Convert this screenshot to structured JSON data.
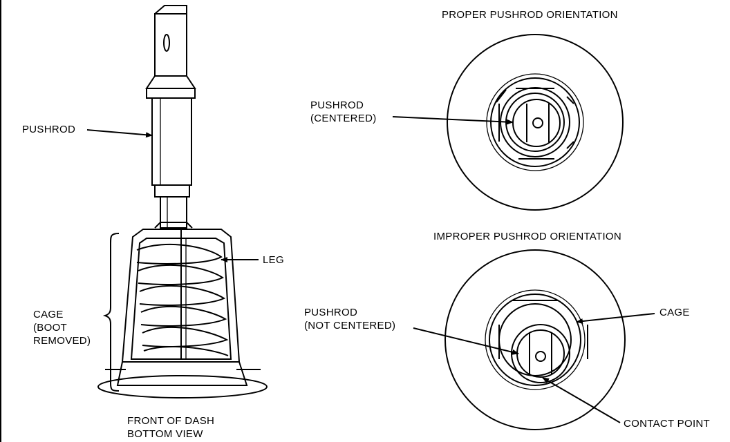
{
  "labels": {
    "proper_title": "PROPER PUSHROD ORIENTATION",
    "improper_title": "IMPROPER PUSHROD ORIENTATION",
    "pushrod_left": "PUSHROD",
    "leg": "LEG",
    "cage_left": "CAGE\n(BOOT\nREMOVED)",
    "front_of_dash": "FRONT OF DASH\nBOTTOM VIEW",
    "pushrod_centered": "PUSHROD\n(CENTERED)",
    "pushrod_not_centered": "PUSHROD\n(NOT CENTERED)",
    "cage_right": "CAGE",
    "contact_point": "CONTACT POINT"
  }
}
